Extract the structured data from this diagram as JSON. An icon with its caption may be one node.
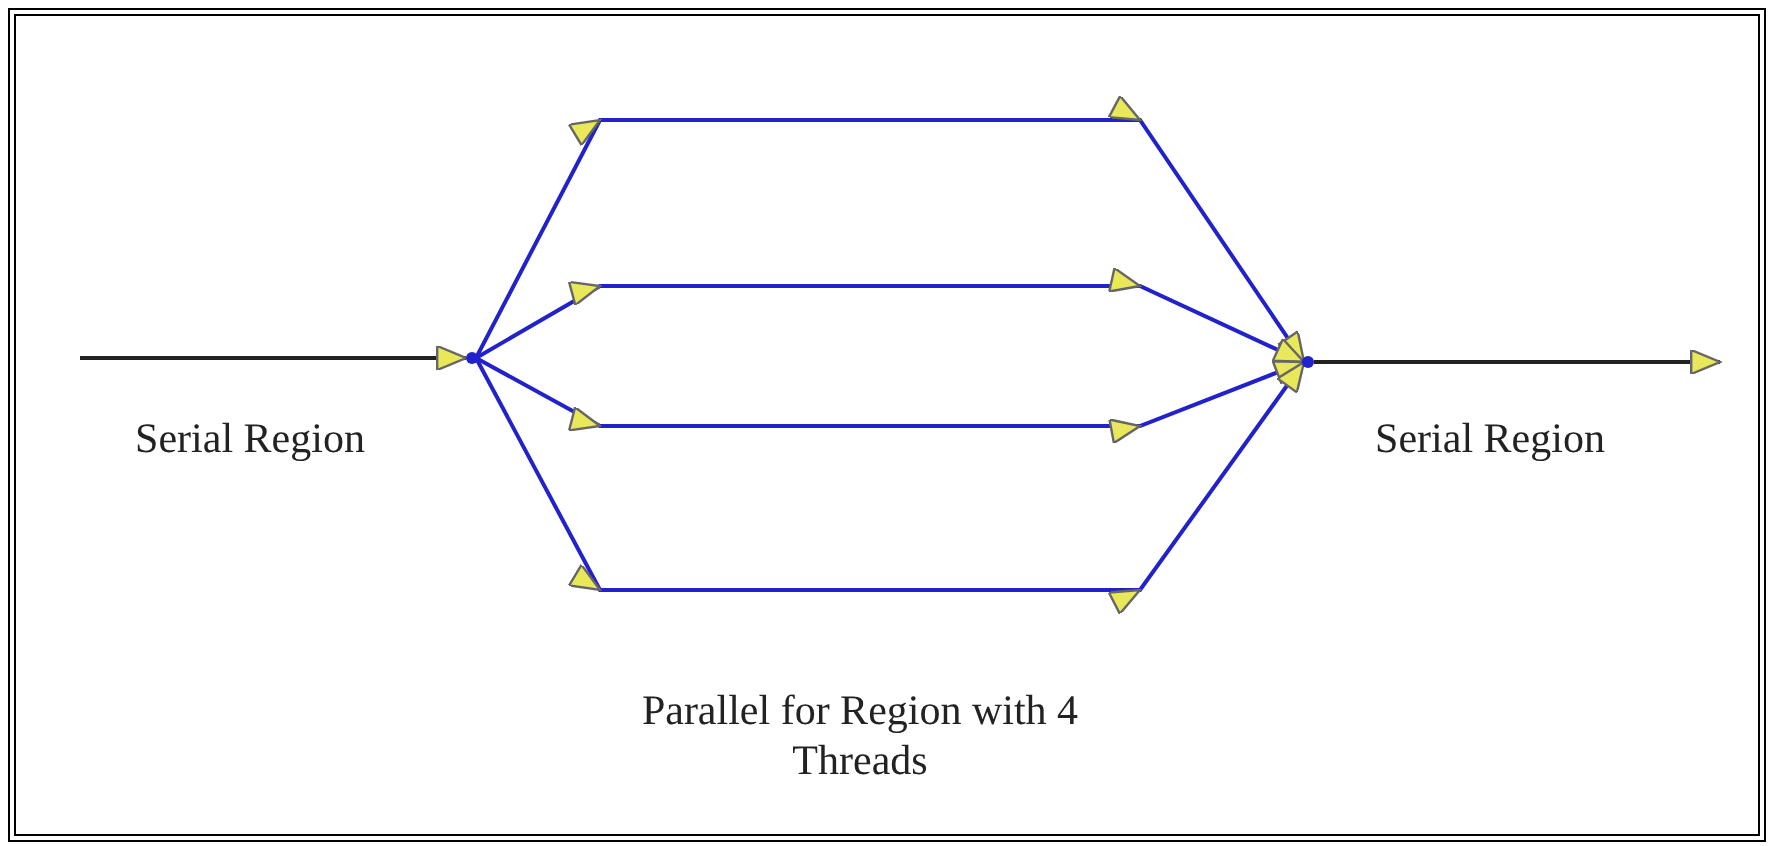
{
  "diagram": {
    "nodes": [
      {
        "text": [],
        "shape": "point"
      },
      {
        "text": [],
        "shape": "point"
      }
    ],
    "edges": [
      {
        "from": null,
        "to": 0,
        "arrow": "to",
        "color": "#222222"
      },
      {
        "from": 0,
        "to": 1,
        "arrow": "to"
      },
      {
        "from": 0,
        "to": 1,
        "arrow": "to"
      },
      {
        "from": 0,
        "to": 1,
        "arrow": "to"
      },
      {
        "from": 0,
        "to": 1,
        "arrow": "to"
      },
      {
        "from": 1,
        "to": null,
        "arrow": "to",
        "color": "#222222"
      }
    ],
    "labels": [
      "Serial Region",
      "Serial Region",
      "Parallel for Region with 4 Threads"
    ]
  }
}
